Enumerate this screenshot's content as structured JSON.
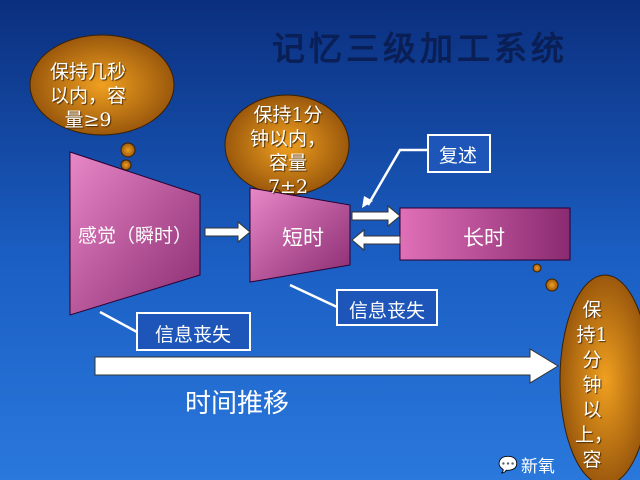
{
  "title": "记忆三级加工系统",
  "sensory": {
    "label": "感觉（瞬时）",
    "cloud": [
      "保持几秒",
      "以内，容",
      "量≥9"
    ]
  },
  "short_term": {
    "label": "短时",
    "cloud": [
      "保持1分",
      "钟以内，",
      "容量",
      "7±2"
    ]
  },
  "long_term": {
    "label": "长时",
    "cloud": [
      "保",
      "持1",
      "分",
      "钟",
      "以",
      "上，",
      "容"
    ]
  },
  "rehearsal": "复述",
  "loss_1": "信息丧失",
  "loss_2": "信息丧失",
  "time_label": "时间推移",
  "watermark": "新氧",
  "colors": {
    "cloud": "#c87a10",
    "shape": "#c060a0",
    "background": "#1b5fc4"
  }
}
